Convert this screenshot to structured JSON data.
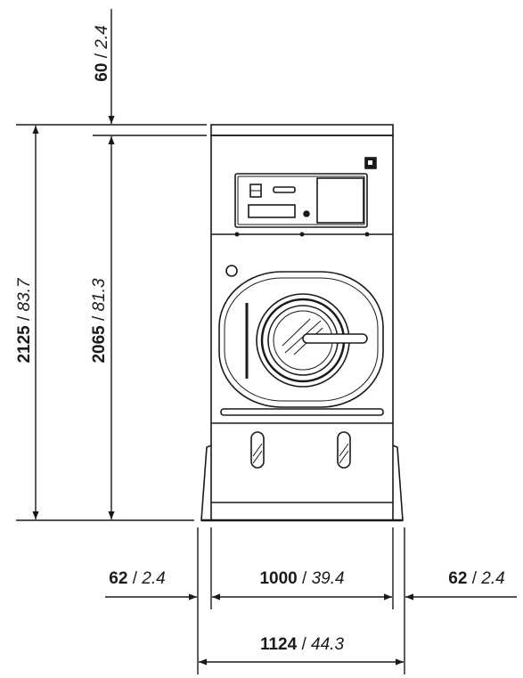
{
  "dimensions": {
    "top_clearance": {
      "mm": "60",
      "sep": " / ",
      "in": "2.4"
    },
    "total_height": {
      "mm": "2125",
      "sep": " / ",
      "in": "83.7"
    },
    "body_height": {
      "mm": "2065",
      "sep": " / ",
      "in": "81.3"
    },
    "left_foot": {
      "mm": "62",
      "sep": " / ",
      "in": "2.4"
    },
    "body_width": {
      "mm": "1000",
      "sep": " / ",
      "in": "39.4"
    },
    "right_foot": {
      "mm": "62",
      "sep": " / ",
      "in": "2.4"
    },
    "total_width": {
      "mm": "1124",
      "sep": " / ",
      "in": "44.3"
    }
  },
  "colors": {
    "line": "#1a1a1a",
    "background": "#ffffff"
  }
}
